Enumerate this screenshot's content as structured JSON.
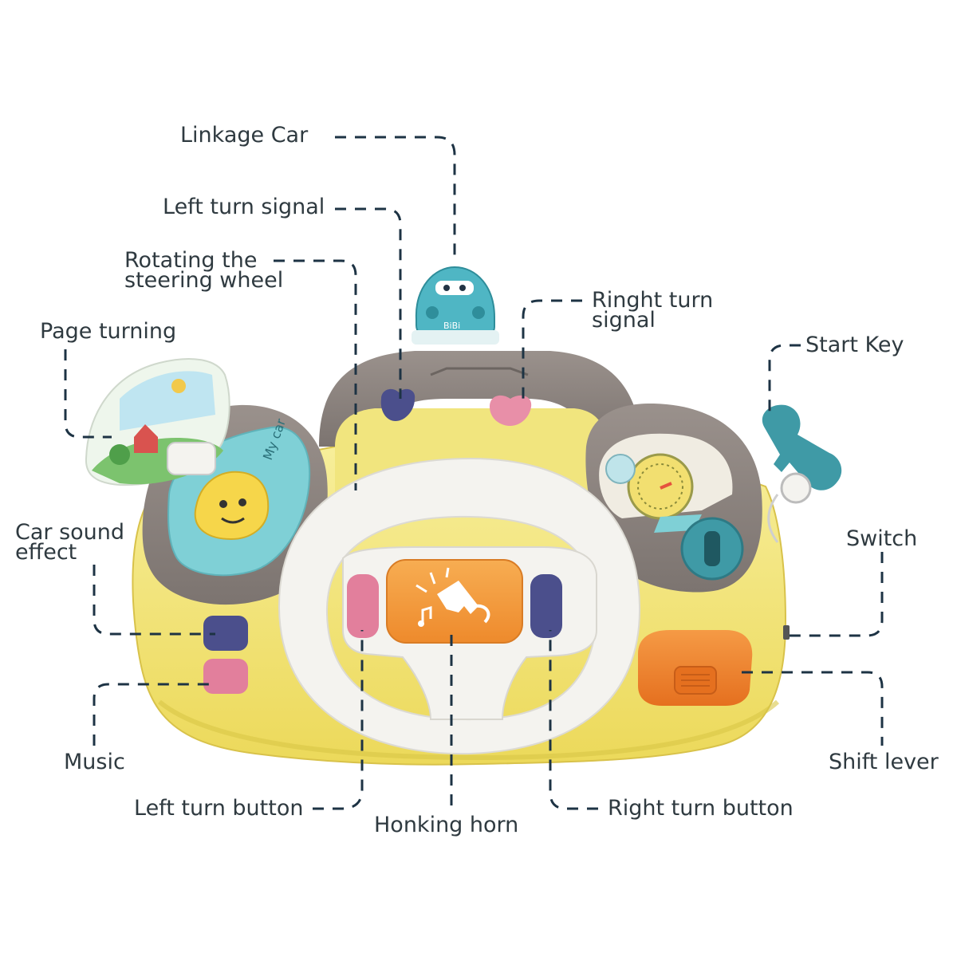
{
  "labels": {
    "linkage_car": "Linkage Car",
    "left_turn_signal": "Left turn signal",
    "rotating_wheel": [
      "Rotating the",
      "steering wheel"
    ],
    "right_turn_signal": [
      "Ringht turn",
      "signal"
    ],
    "page_turning": "Page turning",
    "start_key": "Start Key",
    "car_sound_effect": [
      "Car sound",
      "effect"
    ],
    "switch": "Switch",
    "music": "Music",
    "shift_lever": "Shift lever",
    "left_turn_button": "Left turn button",
    "honking_horn": "Honking horn",
    "right_turn_button": "Right turn button"
  },
  "toy": {
    "car_badge": "BiBi",
    "screen_text": "My car"
  },
  "colors": {
    "leader_line": "#1d3344",
    "label_text": "#2f3a40",
    "body_yellow": "#f3e57a",
    "dash_taupe": "#8d8480",
    "wheel_white": "#f4f3ef",
    "horn_orange": "#f39a3c",
    "shift_orange": "#f08230",
    "navy_button": "#4b4f8c",
    "pink_button": "#e27f9c",
    "teal": "#3f9aa6",
    "screen_teal": "#7fd0d6",
    "car_yellow": "#f6d64a"
  },
  "icons": [
    "horn-icon",
    "music-note-icon",
    "speedometer-icon",
    "key-icon",
    "linkage-car-icon",
    "tree-icon",
    "barn-icon"
  ]
}
